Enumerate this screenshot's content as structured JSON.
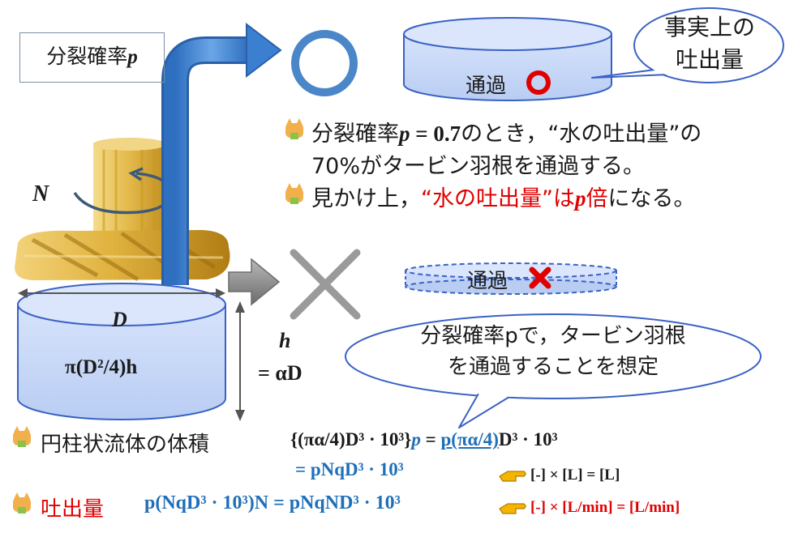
{
  "title": {
    "prefix": "分裂確率",
    "var": "p"
  },
  "rotation_symbol": "N",
  "cylinder": {
    "diameter_symbol": "D",
    "volume_formula": "π(D²/4)h",
    "height_symbol": "h",
    "height_eq": "= αD"
  },
  "pass_ok_label": "通過",
  "pass_ng_label": "通過",
  "callout_top": {
    "line1": "事実上の",
    "line2": "吐出量"
  },
  "bullet1": {
    "line1_prefix": "分裂確率",
    "line1_var": "p",
    "line1_eq": " = 0.7",
    "line1_suffix": "のとき，“水の吐出量”の",
    "line2": "70%がタービン羽根を通過する。"
  },
  "bullet2": {
    "prefix": "見かけ上，",
    "red_text": "“水の吐出量”は",
    "red_var": "p",
    "red_suffix": "倍",
    "suffix": "になる。"
  },
  "callout_bottom": {
    "line1": "分裂確率pで，タービン羽根",
    "line2": "を通過することを想定"
  },
  "volume_row": {
    "label": "円柱状流体の体積",
    "formula_left": "{(πα/4)D³ · 10³}",
    "formula_p": "p",
    "formula_right1": " = ",
    "formula_right2": "p(πα/4)",
    "formula_right3": "D³ · 10³"
  },
  "volume_row2": {
    "formula": "= pNqD³ · 10³",
    "units": "[-] × [L] = [L]"
  },
  "discharge_row": {
    "label": "吐出量",
    "formula": "p(NqD³ · 10³)N = pNqND³ · 10³",
    "units": "[-] × [L/min] = [L/min]"
  },
  "colors": {
    "blue_fill": "#c9d8f8",
    "blue_stroke": "#3a62c4",
    "arrow_blue": "#3b7fd0",
    "ring_blue": "#4a86c8",
    "gold": "#d8a72e",
    "red": "#e00000",
    "gray": "#8a8a8a"
  }
}
